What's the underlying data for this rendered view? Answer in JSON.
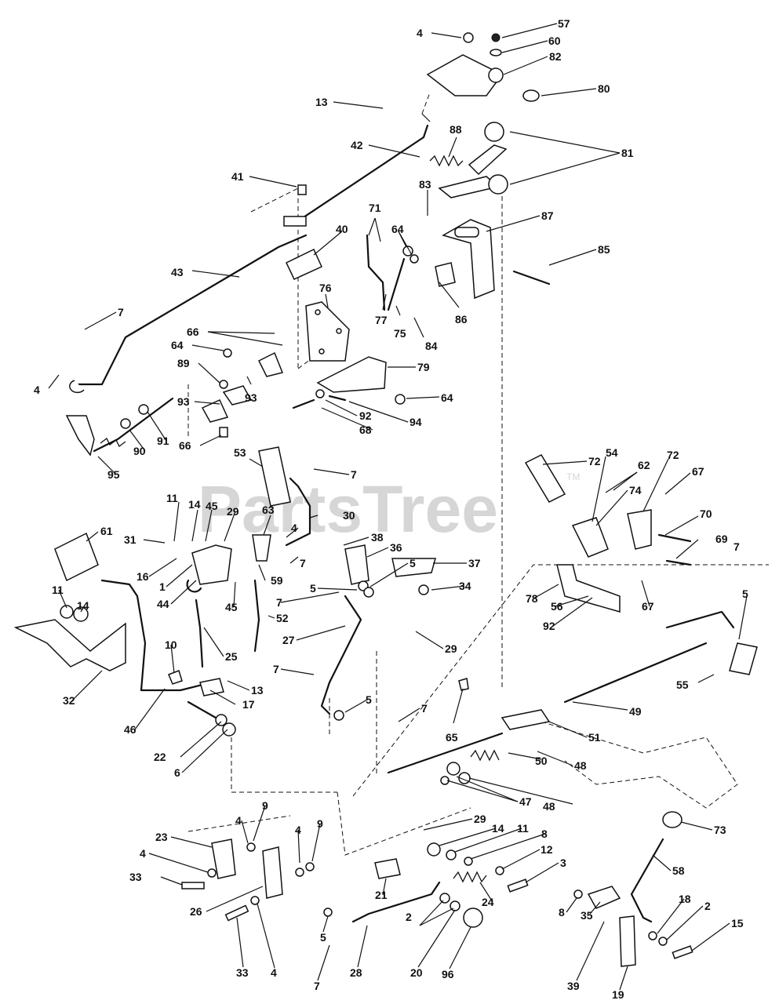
{
  "watermark": {
    "text": "PartsTree",
    "tm": "TM"
  },
  "callouts": [
    {
      "label": "4"
    },
    {
      "label": "57"
    },
    {
      "label": "60"
    },
    {
      "label": "82"
    },
    {
      "label": "80"
    },
    {
      "label": "13"
    },
    {
      "label": "88"
    },
    {
      "label": "42"
    },
    {
      "label": "81"
    },
    {
      "label": "41"
    },
    {
      "label": "83"
    },
    {
      "label": "71"
    },
    {
      "label": "87"
    },
    {
      "label": "64"
    },
    {
      "label": "40"
    },
    {
      "label": "85"
    },
    {
      "label": "43"
    },
    {
      "label": "76"
    },
    {
      "label": "7"
    },
    {
      "label": "77"
    },
    {
      "label": "75"
    },
    {
      "label": "86"
    },
    {
      "label": "66"
    },
    {
      "label": "84"
    },
    {
      "label": "64"
    },
    {
      "label": "79"
    },
    {
      "label": "89"
    },
    {
      "label": "4"
    },
    {
      "label": "93"
    },
    {
      "label": "64"
    },
    {
      "label": "92"
    },
    {
      "label": "93"
    },
    {
      "label": "94"
    },
    {
      "label": "68"
    },
    {
      "label": "91"
    },
    {
      "label": "66"
    },
    {
      "label": "90"
    },
    {
      "label": "95"
    },
    {
      "label": "53"
    },
    {
      "label": "7"
    },
    {
      "label": "72"
    },
    {
      "label": "54"
    },
    {
      "label": "72"
    },
    {
      "label": "62"
    },
    {
      "label": "67"
    },
    {
      "label": "74"
    },
    {
      "label": "70"
    },
    {
      "label": "11"
    },
    {
      "label": "14"
    },
    {
      "label": "45"
    },
    {
      "label": "29"
    },
    {
      "label": "63"
    },
    {
      "label": "30"
    },
    {
      "label": "69"
    },
    {
      "label": "61"
    },
    {
      "label": "31"
    },
    {
      "label": "4"
    },
    {
      "label": "38"
    },
    {
      "label": "36"
    },
    {
      "label": "7"
    },
    {
      "label": "16"
    },
    {
      "label": "1"
    },
    {
      "label": "7"
    },
    {
      "label": "5"
    },
    {
      "label": "37"
    },
    {
      "label": "44"
    },
    {
      "label": "45"
    },
    {
      "label": "59"
    },
    {
      "label": "5"
    },
    {
      "label": "34"
    },
    {
      "label": "78"
    },
    {
      "label": "56"
    },
    {
      "label": "67"
    },
    {
      "label": "5"
    },
    {
      "label": "11"
    },
    {
      "label": "14"
    },
    {
      "label": "7"
    },
    {
      "label": "52"
    },
    {
      "label": "92"
    },
    {
      "label": "10"
    },
    {
      "label": "27"
    },
    {
      "label": "29"
    },
    {
      "label": "25"
    },
    {
      "label": "7"
    },
    {
      "label": "55"
    },
    {
      "label": "32"
    },
    {
      "label": "13"
    },
    {
      "label": "17"
    },
    {
      "label": "5"
    },
    {
      "label": "49"
    },
    {
      "label": "7"
    },
    {
      "label": "46"
    },
    {
      "label": "65"
    },
    {
      "label": "51"
    },
    {
      "label": "22"
    },
    {
      "label": "50"
    },
    {
      "label": "48"
    },
    {
      "label": "6"
    },
    {
      "label": "47"
    },
    {
      "label": "48"
    },
    {
      "label": "73"
    },
    {
      "label": "29"
    },
    {
      "label": "14"
    },
    {
      "label": "11"
    },
    {
      "label": "8"
    },
    {
      "label": "23"
    },
    {
      "label": "4"
    },
    {
      "label": "9"
    },
    {
      "label": "4"
    },
    {
      "label": "9"
    },
    {
      "label": "12"
    },
    {
      "label": "58"
    },
    {
      "label": "4"
    },
    {
      "label": "3"
    },
    {
      "label": "33"
    },
    {
      "label": "21"
    },
    {
      "label": "24"
    },
    {
      "label": "8"
    },
    {
      "label": "18"
    },
    {
      "label": "2"
    },
    {
      "label": "26"
    },
    {
      "label": "35"
    },
    {
      "label": "15"
    },
    {
      "label": "2"
    },
    {
      "label": "5"
    },
    {
      "label": "33"
    },
    {
      "label": "4"
    },
    {
      "label": "7"
    },
    {
      "label": "28"
    },
    {
      "label": "20"
    },
    {
      "label": "96"
    },
    {
      "label": "39"
    },
    {
      "label": "19"
    }
  ]
}
